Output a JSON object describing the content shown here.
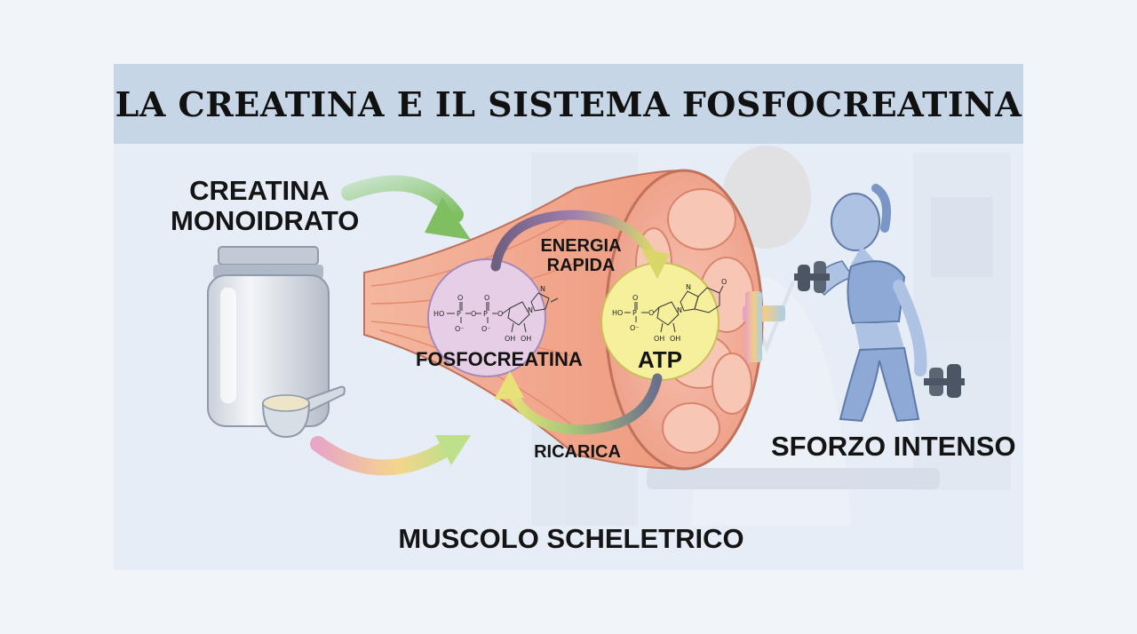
{
  "title": "LA CREATINA E IL SISTEMA FOSFOCREATINA",
  "labels": {
    "supplement": [
      "CREATINA",
      "MONOIDRATO"
    ],
    "fast_energy": [
      "ENERGIA",
      "RAPIDA"
    ],
    "phosphocreatine": "FOSFOCREATINA",
    "atp": "ATP",
    "recharge": "RICARICA",
    "effort": "SFORZO INTENSO",
    "muscle": "MUSCOLO SCHELETRICO"
  },
  "chem": {
    "ho": "HO",
    "p": "P",
    "o": "O",
    "o_minus": "O⁻",
    "oh": "OH",
    "n": "N"
  },
  "colors": {
    "title_bg": "#c6d6e6",
    "muscle": "#f2a98c",
    "phosphocreatine_circle": "#e6cfe6",
    "atp_circle": "#f6ef9c",
    "arrow_green": "#8cc97a",
    "arrow_pink": "#e8a1cc"
  },
  "icons": [
    "creatine-jar-icon",
    "scoop-icon",
    "plus-icon",
    "dumbbell-icon",
    "athlete-icon"
  ]
}
